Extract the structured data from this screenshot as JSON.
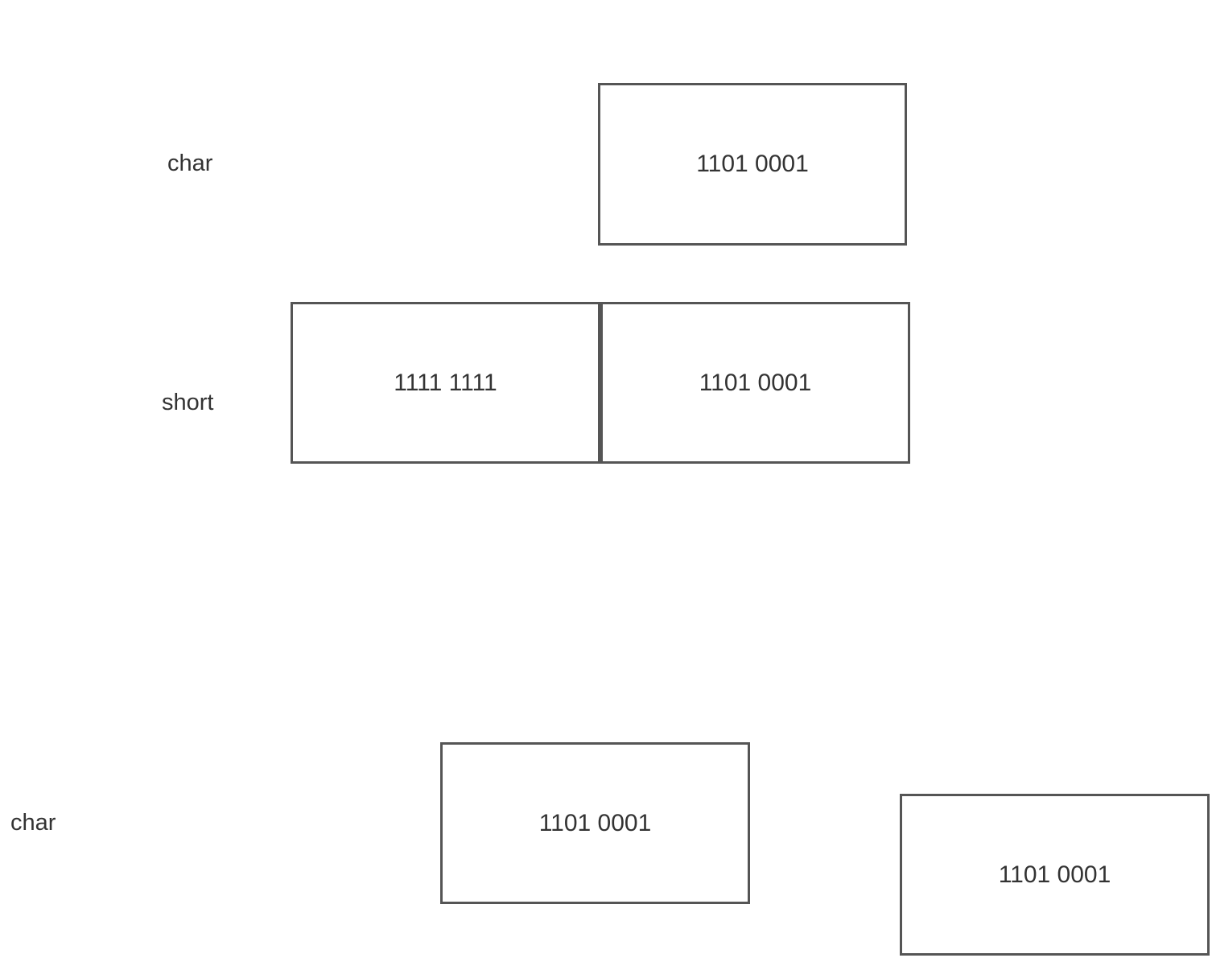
{
  "labels": {
    "char_top": "char",
    "short": "short",
    "char_bottom": "char"
  },
  "boxes": {
    "char_top": "1101 0001",
    "short_high": "1111 1111",
    "short_low": "1101 0001",
    "char_bottom": "1101 0001",
    "char_right": "1101 0001"
  },
  "colors": {
    "border": "#555555",
    "text": "#333333",
    "background": "#ffffff"
  }
}
